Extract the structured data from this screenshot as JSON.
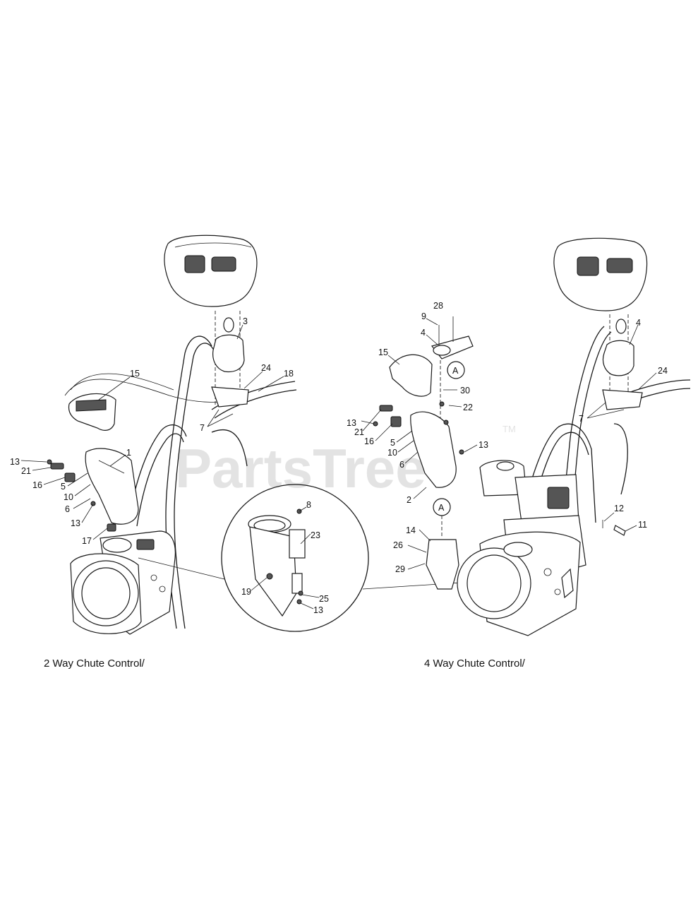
{
  "captions": {
    "left": "2 Way Chute Control/",
    "right": "4 Way Chute Control/"
  },
  "watermark": {
    "text": "PartsTree",
    "tm": "TM"
  },
  "markers": {
    "a_top": "A",
    "a_bottom": "A"
  },
  "callouts_left": [
    "13",
    "21",
    "16",
    "5",
    "10",
    "6",
    "13",
    "17",
    "15",
    "1",
    "3",
    "24",
    "18",
    "7"
  ],
  "callouts_detail": [
    "8",
    "23",
    "19",
    "25",
    "13"
  ],
  "callouts_right": [
    "28",
    "9",
    "4",
    "15",
    "30",
    "22",
    "13",
    "21",
    "16",
    "5",
    "10",
    "6",
    "13",
    "2",
    "14",
    "26",
    "29",
    "4",
    "24",
    "7",
    "12",
    "11"
  ]
}
